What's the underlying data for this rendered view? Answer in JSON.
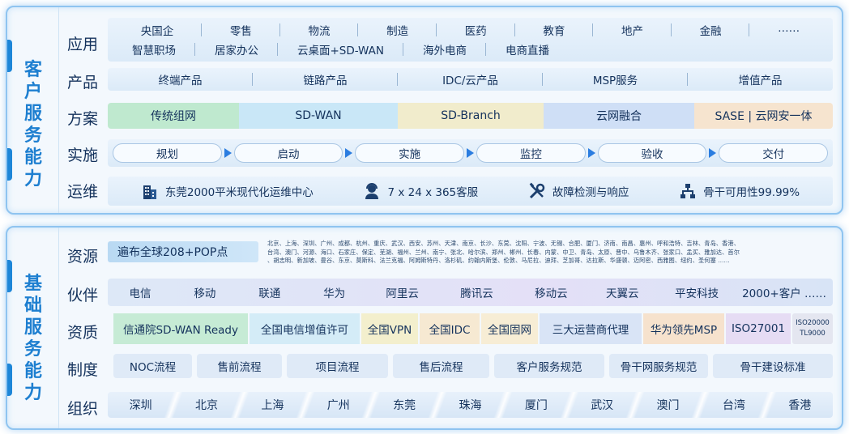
{
  "customer_section": {
    "title": "客户服务能力",
    "rows": {
      "application": {
        "label": "应用",
        "line1": [
          "央国企",
          "零售",
          "物流",
          "制造",
          "医药",
          "教育",
          "地产",
          "金融",
          "……"
        ],
        "line2": [
          "智慧职场",
          "居家办公",
          "云桌面+SD-WAN",
          "海外电商",
          "电商直播"
        ]
      },
      "product": {
        "label": "产品",
        "items": [
          "终端产品",
          "链路产品",
          "IDC/云产品",
          "MSP服务",
          "增值产品"
        ]
      },
      "solution": {
        "label": "方案",
        "items": [
          {
            "text": "传统组网",
            "color": "#bfe9cf"
          },
          {
            "text": "SD-WAN",
            "color": "#c9e7f7"
          },
          {
            "text": "SD-Branch",
            "color": "#f1eccc"
          },
          {
            "text": "云网融合",
            "color": "#cfdff6"
          },
          {
            "text": "SASE | 云网安一体",
            "color": "#f6e4cf"
          }
        ]
      },
      "implement": {
        "label": "实施",
        "steps": [
          "规划",
          "启动",
          "实施",
          "监控",
          "验收",
          "交付"
        ],
        "arrow_color": "#2b7de0"
      },
      "ops": {
        "label": "运维",
        "items": [
          {
            "icon": "building-icon",
            "text": "东莞2000平米现代化运维中心"
          },
          {
            "icon": "headset-agent-icon",
            "text": "7 x 24 x 365客服"
          },
          {
            "icon": "tools-icon",
            "text": "故障检测与响应"
          },
          {
            "icon": "network-topology-icon",
            "text": "骨干可用性99.99%"
          }
        ]
      }
    }
  },
  "base_section": {
    "title": "基础服务能力",
    "rows": {
      "resource": {
        "label": "资源",
        "pop": "遍布全球208+POP点",
        "cities_line1": "北京、上海、深圳、广州、成都、杭州、重庆、武汉、西安、苏州、天津、南京、长沙、东莞、沈阳、宁波、无锡、合肥、厦门、济南、南昌、惠州、呼和浩特、吉林、青岛、香港、",
        "cities_line2": "台湾、澳门、河源、海口、石家庄、保定、芜湖、福州、兰州、南宁、张北、哈尔滨、郑州、郴州、长春、内蒙、中卫、青岛、太原、晋中、乌鲁木齐、张家口、孟买、雅加达、首尔",
        "cities_line3": "、胡志明、新加坡、曼谷、东京、莫斯科、法兰克福、阿姆斯特丹、洛杉矶、约翰内斯堡、伦敦、马尼拉、迪拜、芝加哥、达拉斯、华盛顿、迈阿密、西雅图、纽约、圣何塞 ……"
      },
      "partner": {
        "label": "伙伴",
        "items": [
          "电信",
          "移动",
          "联通",
          "华为",
          "阿里云",
          "腾讯云",
          "移动云",
          "天翼云",
          "平安科技",
          "2000+客户 ……"
        ]
      },
      "qualification": {
        "label": "资质",
        "items": [
          {
            "text": "信通院SD-WAN Ready",
            "color": "#c6ebd5"
          },
          {
            "text": "全国电信增值许可",
            "color": "#d4ecf7"
          },
          {
            "text": "全国VPN",
            "color": "#f3efcd"
          },
          {
            "text": "全国IDC",
            "color": "#f6e9d2"
          },
          {
            "text": "全国固网",
            "color": "#f7edd5"
          },
          {
            "text": "三大运营商代理",
            "color": "#d9e4f6"
          },
          {
            "text": "华为领先MSP",
            "color": "#f6e2cd"
          },
          {
            "text": "ISO27001",
            "color": "#e6dcf4"
          }
        ],
        "small_1": "ISO20000",
        "small_2": "TL9000"
      },
      "process": {
        "label": "制度",
        "items": [
          "NOC流程",
          "售前流程",
          "项目流程",
          "售后流程",
          "客户服务规范",
          "骨干网服务规范",
          "骨干建设标准"
        ]
      },
      "organization": {
        "label": "组织",
        "items": [
          "深圳",
          "北京",
          "上海",
          "广州",
          "东莞",
          "珠海",
          "厦门",
          "武汉",
          "澳门",
          "台湾",
          "香港"
        ]
      }
    }
  }
}
